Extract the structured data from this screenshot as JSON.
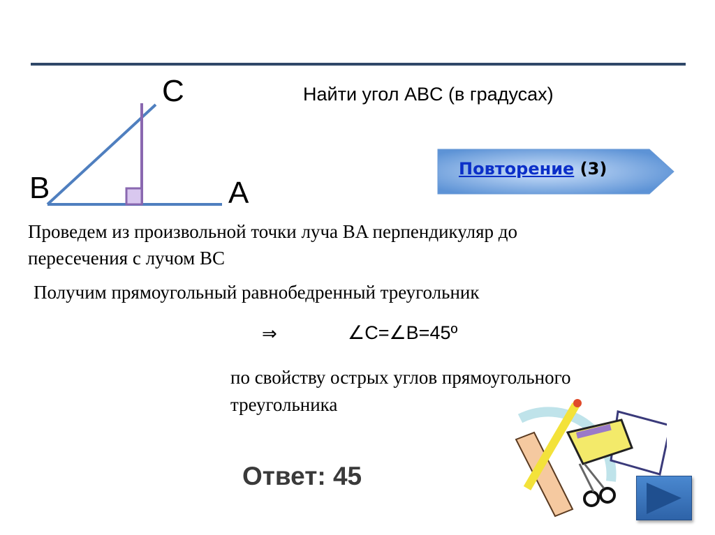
{
  "task": "Найти угол ABC (в градусах)",
  "figure": {
    "label_c": "C",
    "label_b": "B",
    "label_a": "A"
  },
  "repeat_button": {
    "link": "Повторение",
    "suffix": " (3)"
  },
  "text": {
    "line1": "Проведем из произвольной точки луча BA перпендикуляр до",
    "line2": "пересечения с лучом BC",
    "line3": "Получим прямоугольный равнобедренный треугольник",
    "implies": "⇒",
    "equation": "∠C=∠B=45º",
    "reason1": "по свойству острых углов прямоугольного",
    "reason2": "треугольника"
  },
  "answer": "Ответ: 45",
  "colors": {
    "rule": "#2f4868",
    "ray": "#4f7fbf",
    "perp": "#8a68b0",
    "link": "#0b2fc8",
    "answer": "#3a3a3a"
  }
}
